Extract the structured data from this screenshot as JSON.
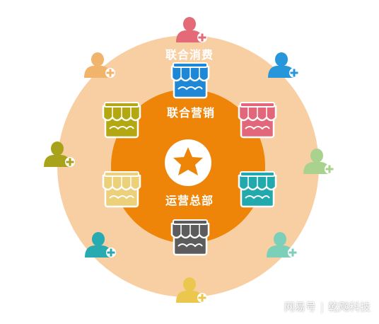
{
  "labels": {
    "outer": "联合消费",
    "middle": "联合营销",
    "center": "运营总部"
  },
  "watermark": {
    "left": "网易号",
    "separator": "|",
    "right": "乾飚科技"
  },
  "colors": {
    "outer_ring": "#F8CFA3",
    "inner_ring": "#EE8508",
    "center_badge": "#FFFFFF",
    "star": "#EE8508"
  },
  "center_icon": "star-icon",
  "stores": [
    {
      "name": "store-top",
      "color": "#1E88D6",
      "icon": "storefront-icon"
    },
    {
      "name": "store-upper-right",
      "color": "#E3677A",
      "icon": "storefront-icon"
    },
    {
      "name": "store-lower-right",
      "color": "#21A9AD",
      "icon": "storefront-icon"
    },
    {
      "name": "store-bottom",
      "color": "#5C5C5C",
      "icon": "storefront-icon"
    },
    {
      "name": "store-lower-left",
      "color": "#ECD07A",
      "icon": "storefront-icon"
    },
    {
      "name": "store-upper-left",
      "color": "#B4A812",
      "icon": "storefront-icon"
    }
  ],
  "users": [
    {
      "name": "user-top",
      "color": "#E46A78",
      "icon": "add-user-icon"
    },
    {
      "name": "user-upper-right",
      "color": "#2796DA",
      "icon": "add-user-icon"
    },
    {
      "name": "user-right",
      "color": "#A9D28E",
      "icon": "add-user-icon"
    },
    {
      "name": "user-lower-right",
      "color": "#7CCFB8",
      "icon": "add-user-icon"
    },
    {
      "name": "user-bottom",
      "color": "#ECC74D",
      "icon": "add-user-icon"
    },
    {
      "name": "user-lower-left",
      "color": "#27AAB0",
      "icon": "add-user-icon"
    },
    {
      "name": "user-left",
      "color": "#A9A31B",
      "icon": "add-user-icon"
    },
    {
      "name": "user-upper-left",
      "color": "#F2B36A",
      "icon": "add-user-icon"
    }
  ]
}
